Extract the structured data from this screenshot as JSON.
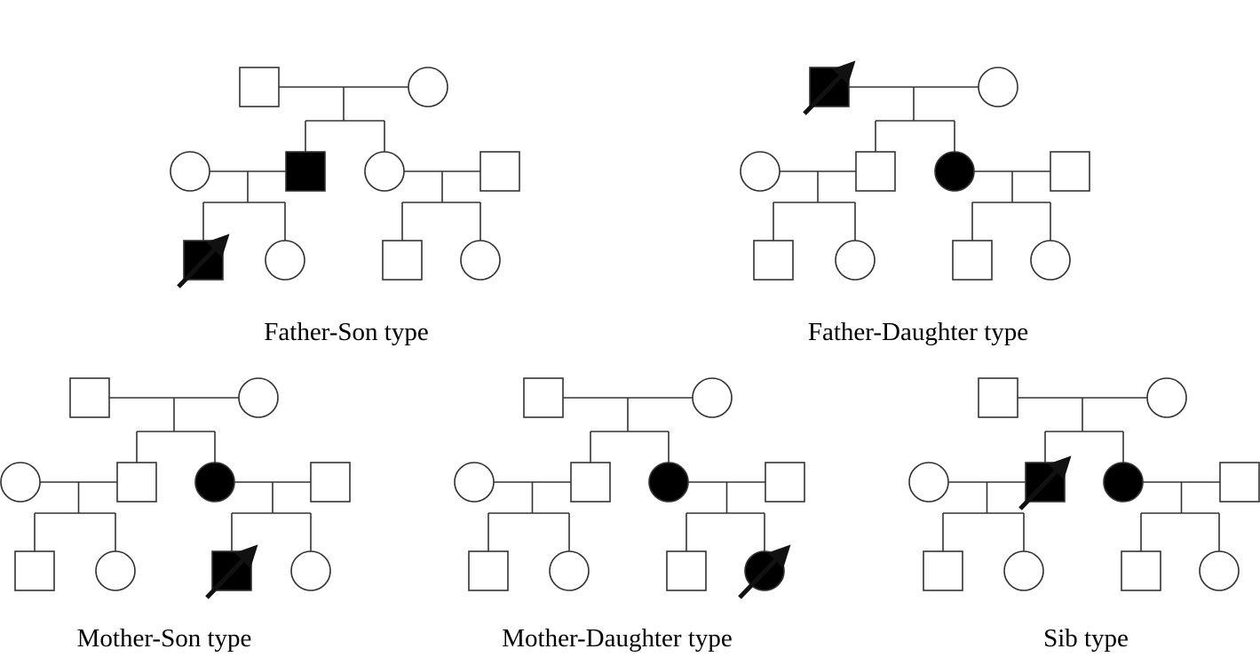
{
  "legend": {
    "male": "square",
    "female": "circle",
    "affected": "filled black",
    "proband": "arrow"
  },
  "colors": {
    "line": "#333333",
    "affected_fill": "#000000",
    "unaffected_fill": "#ffffff"
  },
  "pedigrees": [
    {
      "caption": "Father-Son type",
      "affected": [
        "father",
        "grandson"
      ],
      "proband": "grandson"
    },
    {
      "caption": "Father-Daughter type",
      "affected": [
        "grandfather",
        "daughter"
      ],
      "proband": "grandfather"
    },
    {
      "caption": "Mother-Son type",
      "affected": [
        "mother",
        "son"
      ],
      "proband": "son"
    },
    {
      "caption": "Mother-Daughter type",
      "affected": [
        "mother",
        "daughter"
      ],
      "proband": "daughter"
    },
    {
      "caption": "Sib type",
      "affected": [
        "brother",
        "sister"
      ],
      "proband": "brother"
    }
  ]
}
